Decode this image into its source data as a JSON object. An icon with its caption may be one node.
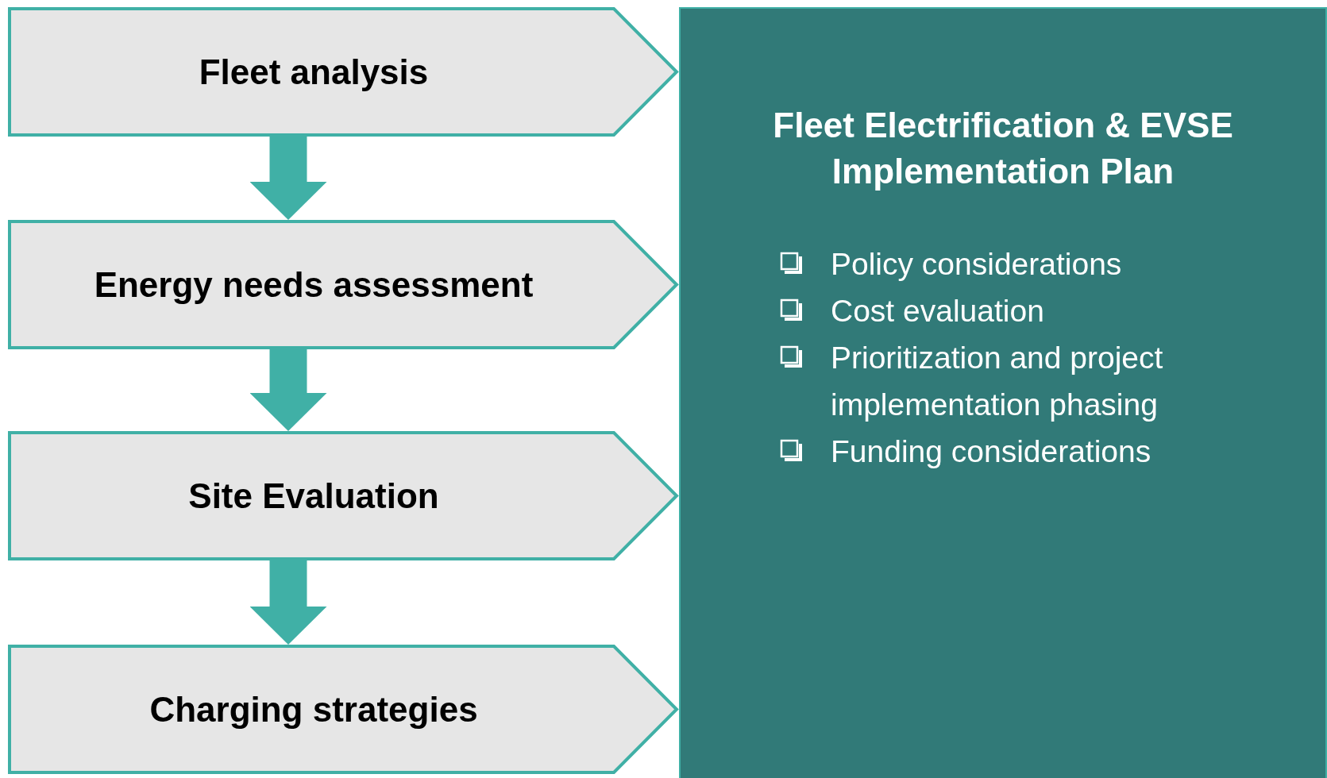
{
  "diagram": {
    "nodes": [
      {
        "text": [
          "Fleet analysis"
        ]
      },
      {
        "text": [
          "Energy needs assessment"
        ]
      },
      {
        "text": [
          "Site Evaluation"
        ]
      },
      {
        "text": [
          "Charging strategies"
        ]
      },
      {
        "text": [
          "Fleet Electrification & EVSE Implementation Plan",
          "Policy considerations",
          "Cost evaluation",
          "Prioritization and project implementation phasing",
          "Funding considerations"
        ]
      }
    ],
    "edges": [
      {
        "from": 0,
        "to": 1,
        "arrow": "to"
      },
      {
        "from": 1,
        "to": 2,
        "arrow": "to"
      },
      {
        "from": 2,
        "to": 3,
        "arrow": "to"
      }
    ]
  }
}
